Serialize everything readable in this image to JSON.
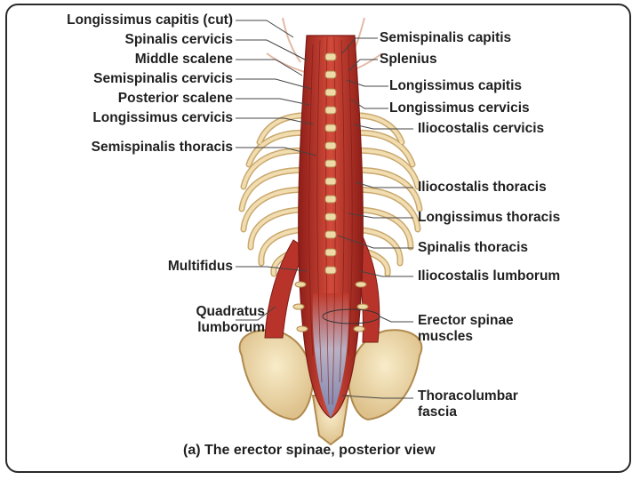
{
  "labels_left": [
    "Longissimus capitis (cut)",
    "Spinalis cervicis",
    "Middle scalene",
    "Semispinalis cervicis",
    "Posterior scalene",
    "Longissimus cervicis",
    "Semispinalis thoracis",
    "Multifidus",
    "Quadratus lumborum"
  ],
  "labels_right": [
    "Semispinalis capitis",
    "Splenius",
    "Longissimus capitis",
    "Longissimus cervicis",
    "Iliocostalis cervicis",
    "Iliocostalis thoracis",
    "Longissimus thoracis",
    "Spinalis thoracis",
    "Iliocostalis lumborum",
    "Erector spinae muscles",
    "Thoracolumbar fascia"
  ],
  "caption": "(a) The erector spinae, posterior view",
  "colors": {
    "muscle": "#c0392b",
    "muscle_dark": "#8e1e18",
    "bone": "#efd9a8",
    "bone_edge": "#b08a4e",
    "fascia": "#8fa7cf",
    "leader": "#444444"
  }
}
